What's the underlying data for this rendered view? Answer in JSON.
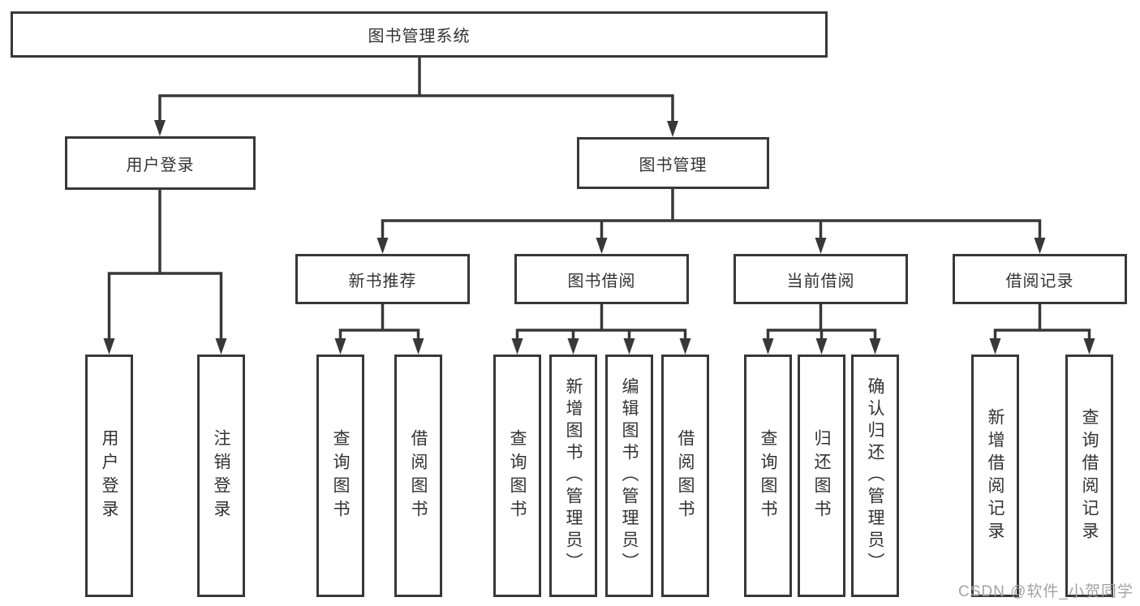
{
  "diagram_type": "hierarchy-tree",
  "tree": {
    "label": "图书管理系统",
    "children": [
      {
        "label": "用户登录",
        "children": [
          {
            "label": "用户登录"
          },
          {
            "label": "注销登录"
          }
        ]
      },
      {
        "label": "图书管理",
        "children": [
          {
            "label": "新书推荐",
            "children": [
              {
                "label": "查询图书"
              },
              {
                "label": "借阅图书"
              }
            ]
          },
          {
            "label": "图书借阅",
            "children": [
              {
                "label": "查询图书"
              },
              {
                "label": "新增图书（管理员）"
              },
              {
                "label": "编辑图书（管理员）"
              },
              {
                "label": "借阅图书"
              }
            ]
          },
          {
            "label": "当前借阅",
            "children": [
              {
                "label": "查询图书"
              },
              {
                "label": "归还图书"
              },
              {
                "label": "确认归还（管理员）"
              }
            ]
          },
          {
            "label": "借阅记录",
            "children": [
              {
                "label": "新增借阅记录"
              },
              {
                "label": "查询借阅记录"
              }
            ]
          }
        ]
      }
    ]
  },
  "watermark": "CSDN @软件_小贺同学",
  "colors": {
    "line": "#383838",
    "box_border": "#383838",
    "text": "#333333",
    "watermark": "#9e9e9e",
    "background": "#ffffff"
  }
}
